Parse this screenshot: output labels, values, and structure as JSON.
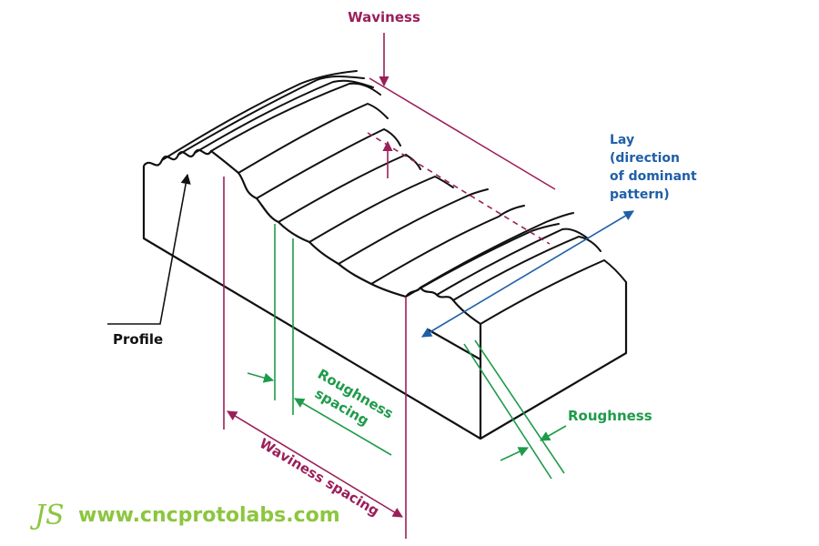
{
  "labels": {
    "waviness": "Waviness",
    "lay": [
      "Lay",
      "(direction",
      "of dominant",
      "pattern)"
    ],
    "profile": "Profile",
    "roughness_spacing": [
      "Roughness",
      "spacing"
    ],
    "roughness": "Roughness",
    "waviness_spacing": "Waviness spacing"
  },
  "watermark": {
    "logo": "JS",
    "url": "www.cncprotolabs.com"
  },
  "colors": {
    "waviness": "#9b1f5a",
    "roughness": "#1e9b4a",
    "lay": "#1f5fa8",
    "outline": "#111111",
    "watermark": "#8cc63f"
  }
}
